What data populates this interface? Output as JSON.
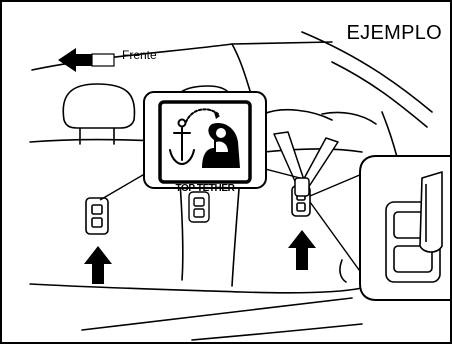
{
  "illustration": {
    "example_label": "EJEMPLO",
    "front_label": "Frente",
    "symbol_caption": "TOP TETHER"
  }
}
